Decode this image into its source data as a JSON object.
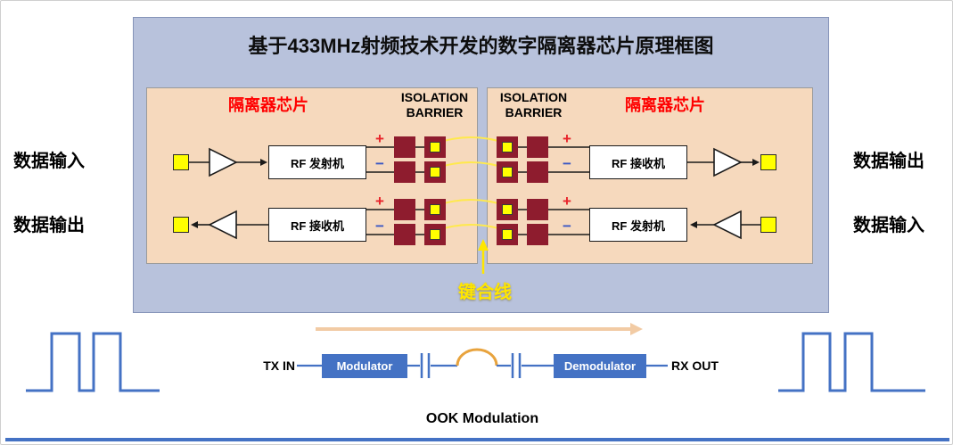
{
  "title": "基于433MHz射频技术开发的数字隔离器芯片原理框图",
  "signs": {
    "plus": "+",
    "minus": "−"
  },
  "left_chip": {
    "label": "隔离器芯片",
    "isolation_line1": "ISOLATION",
    "isolation_line2": "BARRIER",
    "top_box": "RF 发射机",
    "bottom_box": "RF 接收机"
  },
  "right_chip": {
    "label": "隔离器芯片",
    "isolation_line1": "ISOLATION",
    "isolation_line2": "BARRIER",
    "top_box": "RF 接收机",
    "bottom_box": "RF 发射机"
  },
  "side_labels": {
    "left_top": "数据输入",
    "left_bottom": "数据输出",
    "right_top": "数据输出",
    "right_bottom": "数据输入"
  },
  "bond_wire_label": "键合线",
  "modulation": {
    "tx_in": "TX IN",
    "modulator": "Modulator",
    "demodulator": "Demodulator",
    "rx_out": "RX OUT",
    "caption": "OOK Modulation"
  },
  "colors": {
    "panel_blue": "#b8c2dc",
    "chip_peach": "#f6d9bd",
    "pad_maroon": "#8e1c2e",
    "pad_yellow": "#ffff00",
    "accent_blue": "#4472c4",
    "label_red": "#ff0000",
    "bond_wire_yellow": "#ffe600",
    "flow_arrow_orange": "#f2cba4",
    "arc_gold": "#e8a33d"
  }
}
